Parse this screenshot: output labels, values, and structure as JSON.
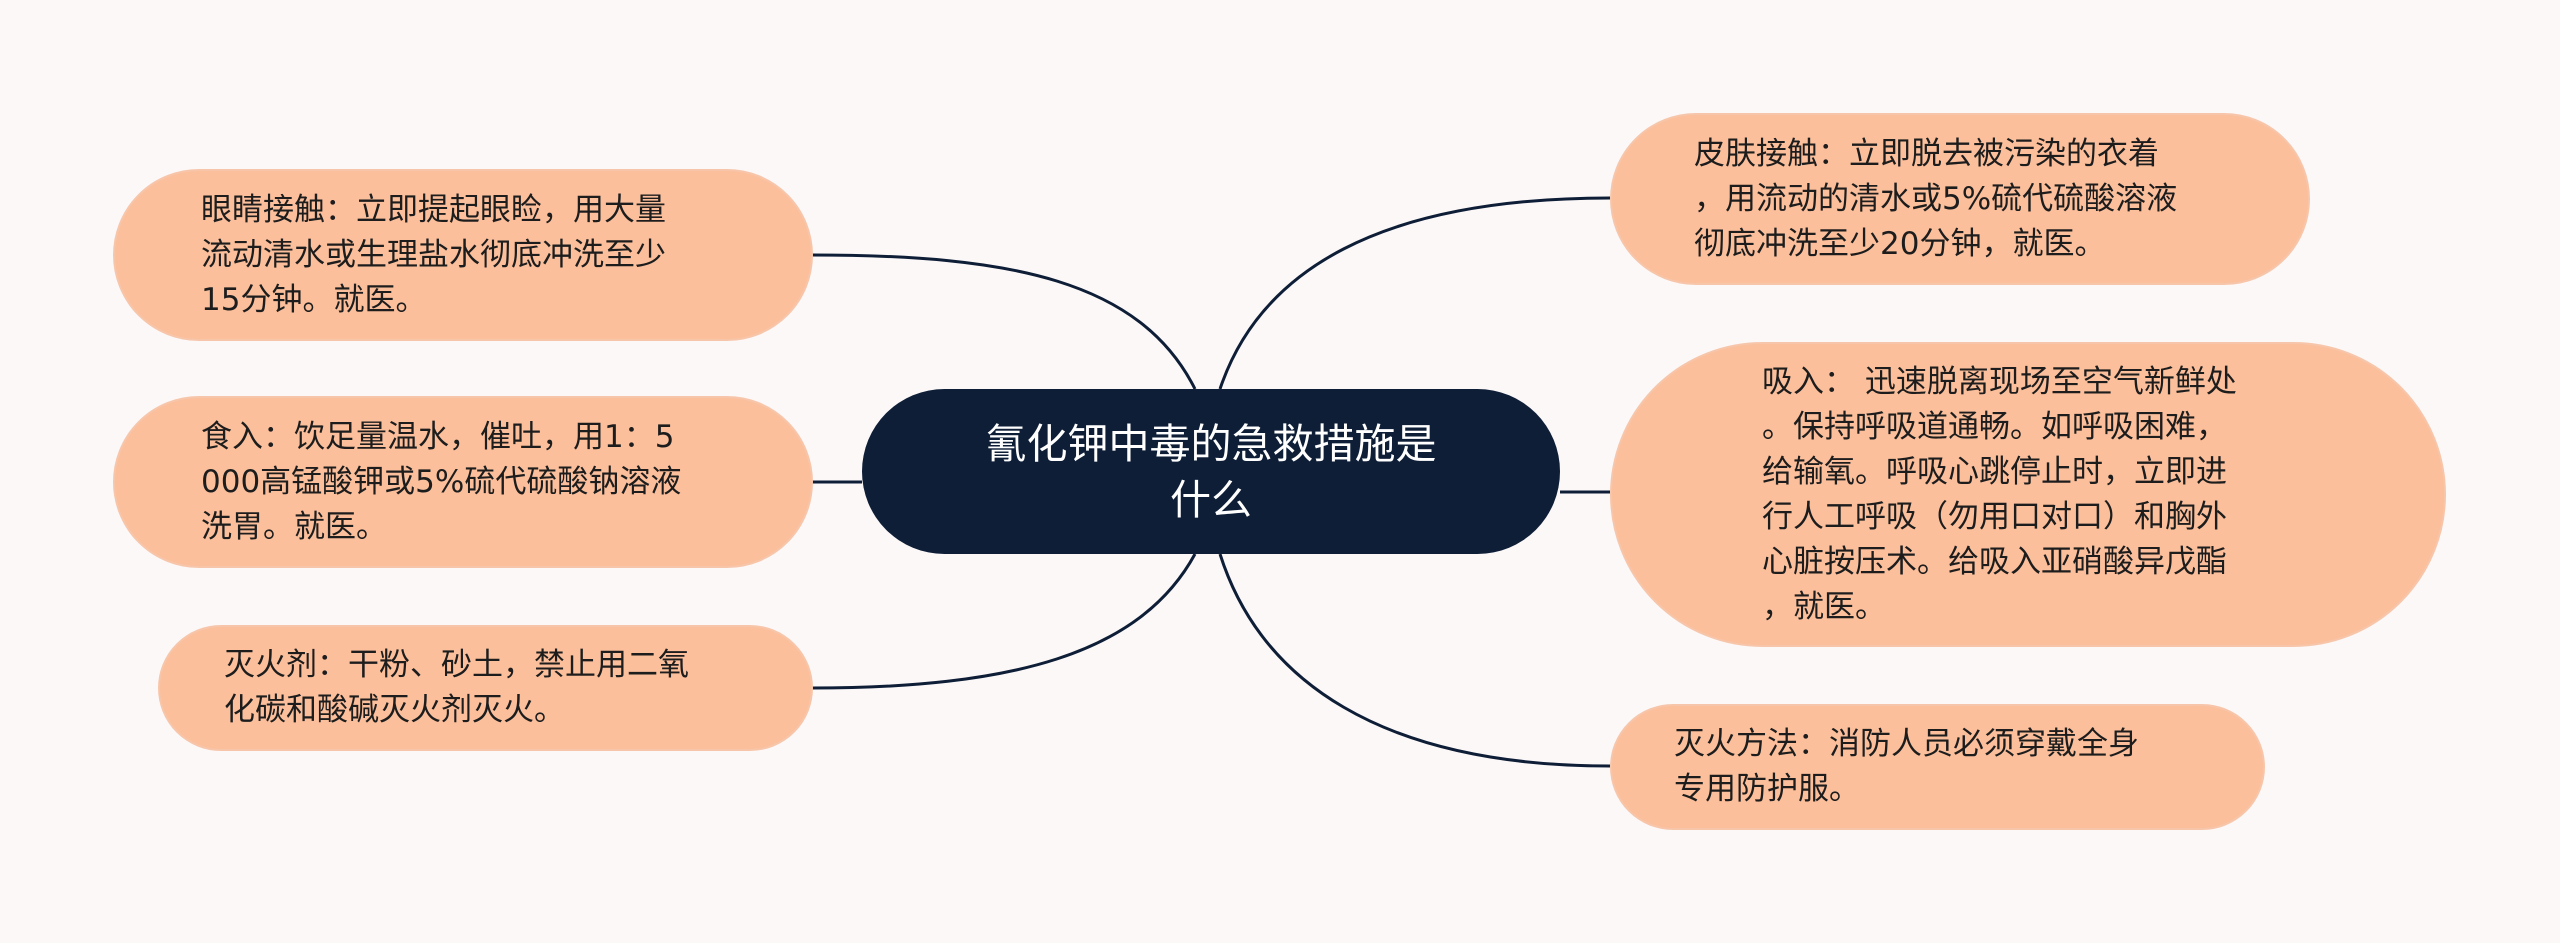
{
  "central_topic": {
    "lines": "氰化钾中毒的急救措施是\n什么"
  },
  "branches": {
    "eye_contact": {
      "lines": "眼睛接触：立即提起眼睑，用大量\n流动清水或生理盐水彻底冲洗至少\n15分钟。就医。"
    },
    "ingestion": {
      "lines": "食入：饮足量温水，催吐，用1：5\n000高锰酸钾或5%硫代硫酸钠溶液\n洗胃。就医。"
    },
    "extinguishing_agent": {
      "lines": "灭火剂：干粉、砂土，禁止用二氧\n化碳和酸碱灭火剂灭火。"
    },
    "skin_contact": {
      "lines": "皮肤接触：立即脱去被污染的衣着\n，用流动的清水或5%硫代硫酸溶液\n彻底冲洗至少20分钟，就医。"
    },
    "inhalation": {
      "lines": "吸入：  迅速脱离现场至空气新鲜处\n。保持呼吸道通畅。如呼吸困难，\n给输氧。呼吸心跳停止时，立即进\n行人工呼吸（勿用口对口）和胸外\n心脏按压术。给吸入亚硝酸异戊酯\n，就医。"
    },
    "firefighting_method": {
      "lines": "灭火方法：消防人员必须穿戴全身\n专用防护服。"
    }
  },
  "colors": {
    "background": "#fcf8f8",
    "central_fill": "#0e1e37",
    "branch_fill": "#fbbf9c",
    "connector": "#0e1e37"
  }
}
